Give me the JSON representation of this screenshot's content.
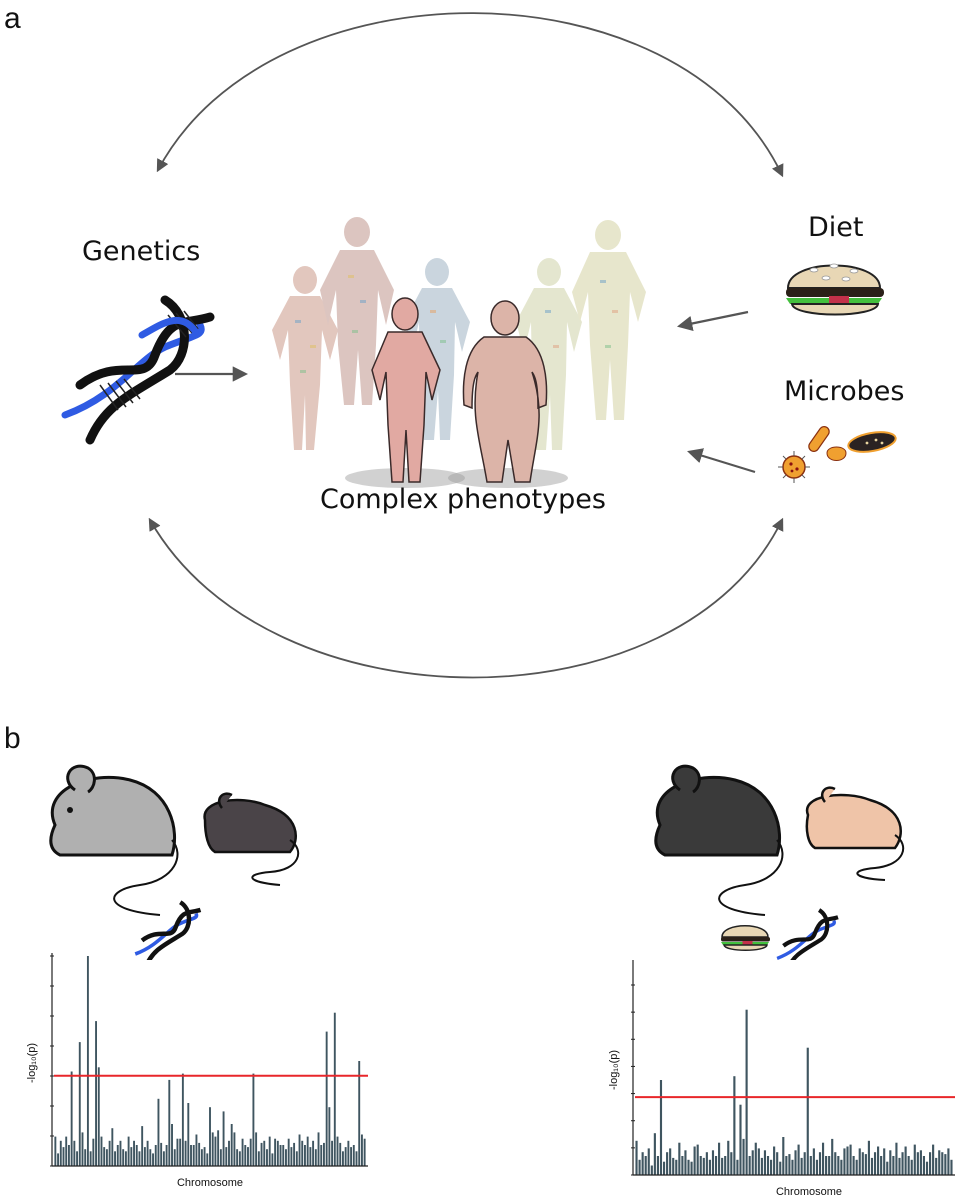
{
  "panel_a": {
    "letter": "a",
    "genetics_label": "Genetics",
    "diet_label": "Diet",
    "microbes_label": "Microbes",
    "phenotypes_label": "Complex phenotypes"
  },
  "panel_b": {
    "letter": "b",
    "left_plot": {
      "ylabel": "-log₁₀(p)",
      "xlabel": "Chromosome"
    },
    "right_plot": {
      "ylabel": "-log₁₀(p)",
      "xlabel": "Chromosome"
    }
  },
  "colors": {
    "arrow": "#555555",
    "dna_blue": "#2f5be3",
    "bar": "#3f5560",
    "threshold": "#e8262a",
    "mouse_gray": "#b0b0b0",
    "mouse_dark": "#4a4448",
    "mouse_black": "#3a3a3a",
    "mouse_tan": "#efc4a8"
  },
  "chart_data": [
    {
      "type": "bar",
      "xlabel": "Chromosome",
      "ylabel": "-log10(p)",
      "threshold": 0.43,
      "values": [
        0.14,
        0.06,
        0.12,
        0.09,
        0.14,
        0.1,
        0.45,
        0.12,
        0.07,
        0.59,
        0.16,
        0.08,
        1.0,
        0.07,
        0.13,
        0.69,
        0.47,
        0.14,
        0.09,
        0.08,
        0.12,
        0.18,
        0.07,
        0.1,
        0.12,
        0.08,
        0.07,
        0.14,
        0.09,
        0.12,
        0.1,
        0.07,
        0.19,
        0.09,
        0.12,
        0.08,
        0.06,
        0.1,
        0.32,
        0.11,
        0.07,
        0.1,
        0.41,
        0.2,
        0.08,
        0.13,
        0.13,
        0.44,
        0.12,
        0.3,
        0.1,
        0.1,
        0.15,
        0.11,
        0.08,
        0.09,
        0.06,
        0.28,
        0.16,
        0.14,
        0.17,
        0.08,
        0.26,
        0.09,
        0.12,
        0.2,
        0.16,
        0.08,
        0.07,
        0.13,
        0.1,
        0.09,
        0.13,
        0.44,
        0.16,
        0.07,
        0.11,
        0.12,
        0.08,
        0.14,
        0.06,
        0.13,
        0.12,
        0.1,
        0.1,
        0.08,
        0.13,
        0.09,
        0.11,
        0.07,
        0.15,
        0.12,
        0.1,
        0.14,
        0.09,
        0.12,
        0.08,
        0.16,
        0.1,
        0.11,
        0.64,
        0.28,
        0.12,
        0.73,
        0.14,
        0.11,
        0.07,
        0.09,
        0.12,
        0.09,
        0.1,
        0.07,
        0.5,
        0.15,
        0.13
      ]
    },
    {
      "type": "bar",
      "xlabel": "Chromosome",
      "ylabel": "-log10(p)",
      "threshold": 0.41,
      "values": [
        0.18,
        0.08,
        0.12,
        0.1,
        0.14,
        0.05,
        0.22,
        0.1,
        0.5,
        0.07,
        0.12,
        0.14,
        0.09,
        0.08,
        0.17,
        0.1,
        0.13,
        0.08,
        0.07,
        0.15,
        0.16,
        0.1,
        0.09,
        0.12,
        0.08,
        0.13,
        0.1,
        0.17,
        0.09,
        0.1,
        0.18,
        0.12,
        0.52,
        0.08,
        0.37,
        0.19,
        0.87,
        0.1,
        0.13,
        0.17,
        0.14,
        0.09,
        0.13,
        0.1,
        0.08,
        0.15,
        0.12,
        0.07,
        0.2,
        0.1,
        0.11,
        0.08,
        0.13,
        0.16,
        0.09,
        0.12,
        0.67,
        0.1,
        0.14,
        0.08,
        0.12,
        0.17,
        0.1,
        0.1,
        0.19,
        0.12,
        0.1,
        0.08,
        0.14,
        0.15,
        0.16,
        0.1,
        0.08,
        0.14,
        0.12,
        0.11,
        0.18,
        0.09,
        0.12,
        0.15,
        0.1,
        0.14,
        0.07,
        0.13,
        0.1,
        0.17,
        0.09,
        0.12,
        0.15,
        0.1,
        0.08,
        0.16,
        0.12,
        0.13,
        0.1,
        0.07,
        0.12,
        0.16,
        0.09,
        0.13,
        0.12,
        0.11,
        0.14,
        0.08
      ]
    }
  ]
}
